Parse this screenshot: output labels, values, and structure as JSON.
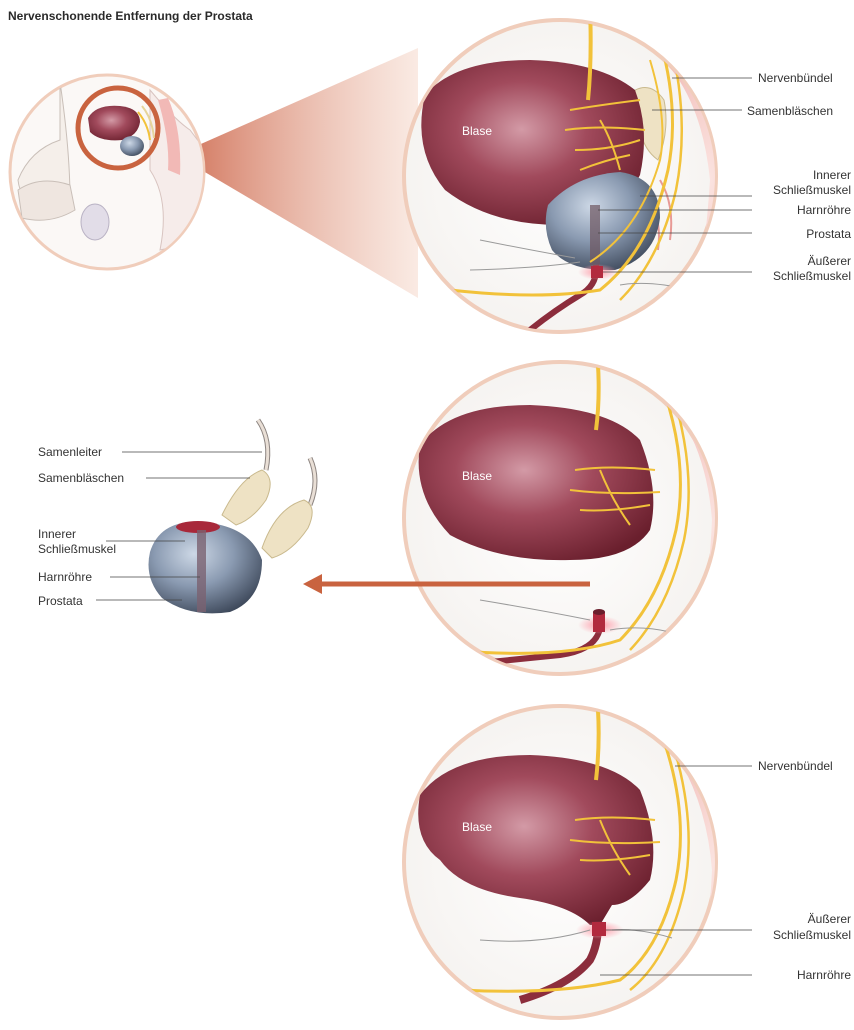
{
  "title": "Nervenschonende Entfernung der Prostata",
  "panel1": {
    "blase": "Blase",
    "labels": {
      "nervenbuendel": "Nervenbündel",
      "samenblaeschen": "Samenbläschen",
      "innerer_1": "Innerer",
      "innerer_2": "Schließmuskel",
      "harnroehre": "Harnröhre",
      "prostata": "Prostata",
      "aeusserer_1": "Äußerer",
      "aeusserer_2": "Schließmuskel"
    }
  },
  "panel2": {
    "blase": "Blase"
  },
  "removed_prostate": {
    "labels": {
      "samenleiter": "Samenleiter",
      "samenblaeschen": "Samenbläschen",
      "innerer_1": "Innerer",
      "innerer_2": "Schließmuskel",
      "harnroehre": "Harnröhre",
      "prostata": "Prostata"
    }
  },
  "panel3": {
    "blase": "Blase",
    "labels": {
      "nervenbuendel": "Nervenbündel",
      "aeusserer_1": "Äußerer",
      "aeusserer_2": "Schließmuskel",
      "harnroehre": "Harnröhre"
    }
  },
  "colors": {
    "circle_border": "#f0cdbb",
    "bladder": "#8a2d3e",
    "nerve": "#f2c23a",
    "prostate": "#8797ad",
    "arrow": "#c9633f",
    "urethra": "#8c2d3c"
  },
  "icons": [
    "overview-anatomy-figure",
    "zoom-wedge",
    "removal-arrow"
  ]
}
